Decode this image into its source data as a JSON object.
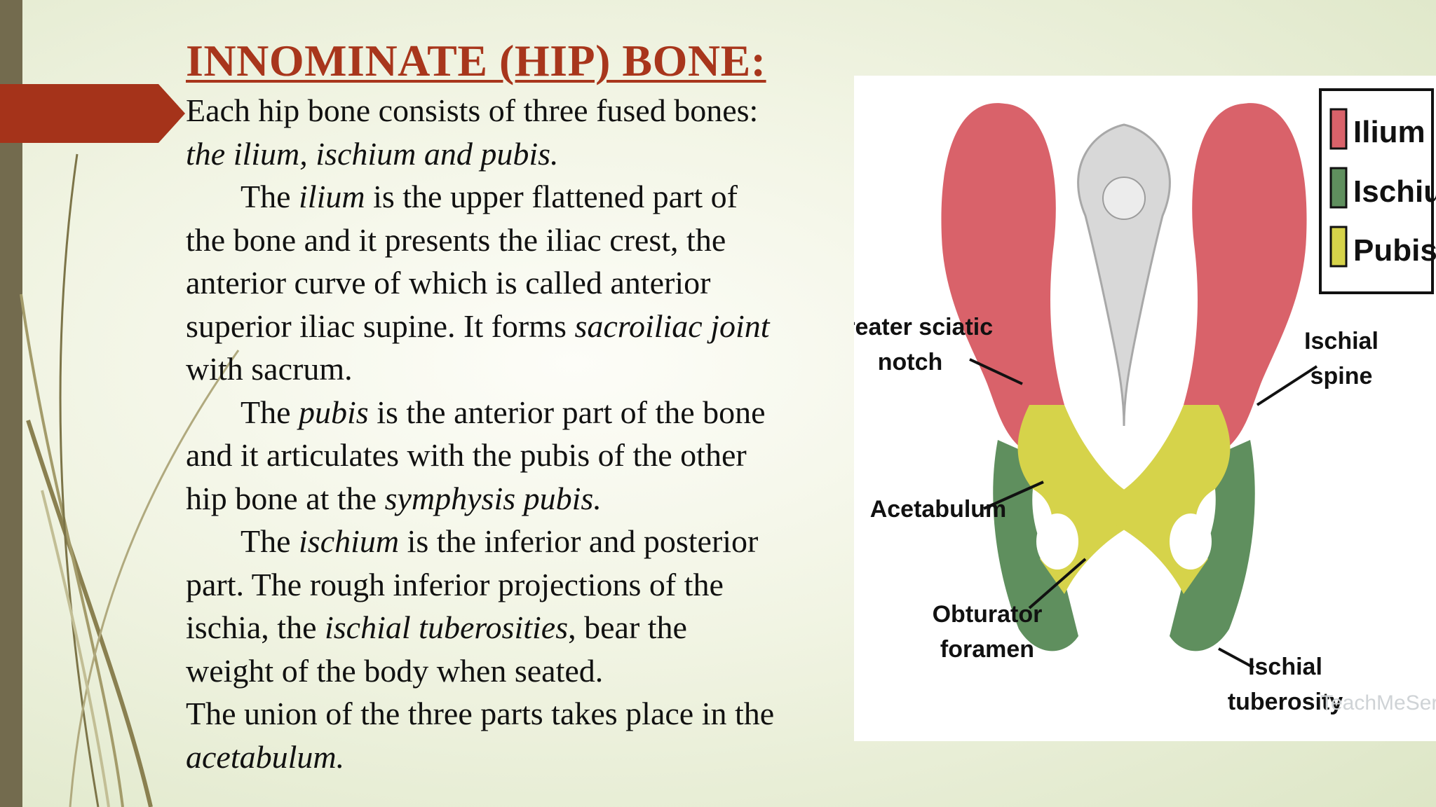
{
  "slide": {
    "title": "INNOMINATE (HIP) BONE:",
    "paragraphs": [
      {
        "runs": [
          {
            "text": "Each hip bone consists of three fused bones:",
            "italic": false
          }
        ]
      },
      {
        "runs": [
          {
            "text": "the ilium, ischium and pubis.",
            "italic": true
          }
        ]
      },
      {
        "indent": true,
        "runs": [
          {
            "text": "The ",
            "italic": false
          },
          {
            "text": "ilium",
            "italic": true
          },
          {
            "text": " is the upper flattened part of",
            "italic": false
          }
        ]
      },
      {
        "runs": [
          {
            "text": "the bone and it presents the iliac crest, the",
            "italic": false
          }
        ]
      },
      {
        "runs": [
          {
            "text": "anterior curve of which is called anterior",
            "italic": false
          }
        ]
      },
      {
        "runs": [
          {
            "text": "superior iliac supine. It forms ",
            "italic": false
          },
          {
            "text": "sacroiliac joint",
            "italic": true
          }
        ]
      },
      {
        "runs": [
          {
            "text": "with sacrum.",
            "italic": false
          }
        ]
      },
      {
        "indent": true,
        "runs": [
          {
            "text": "The ",
            "italic": false
          },
          {
            "text": "pubis",
            "italic": true
          },
          {
            "text": " is the anterior part of the bone",
            "italic": false
          }
        ]
      },
      {
        "runs": [
          {
            "text": "and it articulates with the pubis of the other",
            "italic": false
          }
        ]
      },
      {
        "runs": [
          {
            "text": "hip bone at the ",
            "italic": false
          },
          {
            "text": "symphysis pubis.",
            "italic": true
          }
        ]
      },
      {
        "indent": true,
        "runs": [
          {
            "text": "The ",
            "italic": false
          },
          {
            "text": "ischium",
            "italic": true
          },
          {
            "text": " is the inferior and posterior",
            "italic": false
          }
        ]
      },
      {
        "runs": [
          {
            "text": "part. The rough inferior projections of the",
            "italic": false
          }
        ]
      },
      {
        "runs": [
          {
            "text": "ischia, the ",
            "italic": false
          },
          {
            "text": "ischial tuberosities",
            "italic": true
          },
          {
            "text": ", bear the",
            "italic": false
          }
        ]
      },
      {
        "runs": [
          {
            "text": "weight of the body when seated.",
            "italic": false
          }
        ]
      },
      {
        "runs": [
          {
            "text": "The union of the three parts takes place in the",
            "italic": false
          }
        ]
      },
      {
        "runs": [
          {
            "text": "acetabulum.",
            "italic": true
          }
        ]
      }
    ]
  },
  "figure": {
    "legend": [
      {
        "label": "Ilium",
        "color": "#d9626a"
      },
      {
        "label": "Ischium",
        "color": "#5f8f5e"
      },
      {
        "label": "Pubis",
        "color": "#d6d34a"
      }
    ],
    "labels": {
      "greater_sciatic_1": "Greater sciatic",
      "greater_sciatic_2": "notch",
      "ischial_spine_1": "Ischial",
      "ischial_spine_2": "spine",
      "acetabulum": "Acetabulum",
      "obturator_1": "Obturator",
      "obturator_2": "foramen",
      "ischial_tuberosity_1": "Ischial",
      "ischial_tuberosity_2": "tuberosity"
    },
    "watermark": "TeachMeSeries"
  },
  "colors": {
    "title": "#a8361c",
    "accent_tab": "#a5331a",
    "left_bar": "#736b4e"
  }
}
